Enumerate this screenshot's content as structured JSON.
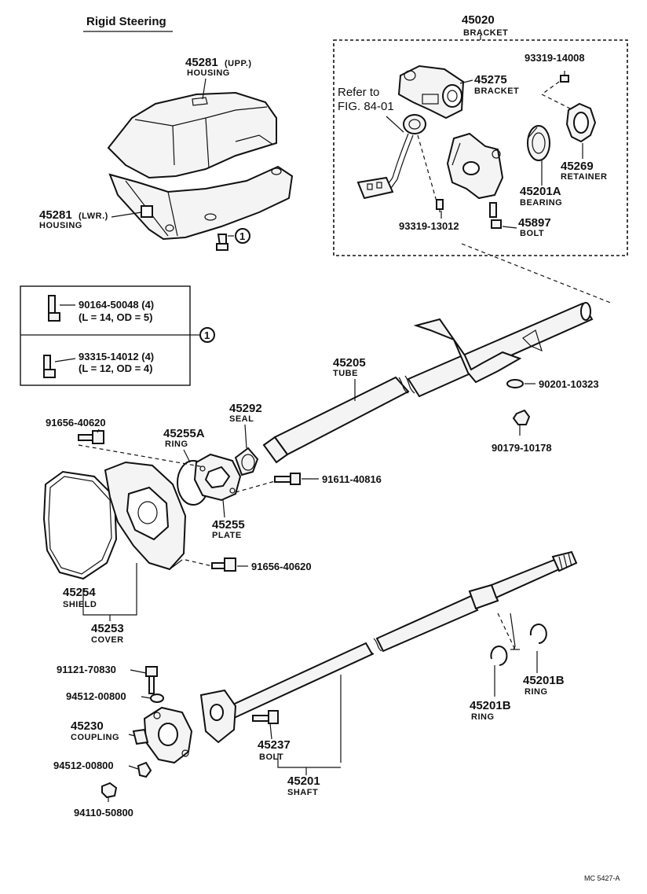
{
  "title": "Rigid Steering",
  "footer_code": "MC 5427-A",
  "refer_note": {
    "line1": "Refer to",
    "line2": "FIG. 84-01"
  },
  "circle_ref": "1",
  "parts": {
    "bracket_assy": {
      "number": "45020",
      "name": "BRACKET"
    },
    "housing_upper": {
      "number": "45281",
      "qualifier": "(UPP.)",
      "name": "HOUSING"
    },
    "housing_lower": {
      "number": "45281",
      "qualifier": "(LWR.)",
      "name": "HOUSING"
    },
    "bracket": {
      "number": "45275",
      "name": "BRACKET"
    },
    "screw_93319_14008": {
      "number": "93319-14008"
    },
    "retainer": {
      "number": "45269",
      "name": "RETAINER"
    },
    "bearing": {
      "number": "45201A",
      "name": "BEARING"
    },
    "screw_93319_13012": {
      "number": "93319-13012"
    },
    "bolt_45897": {
      "number": "45897",
      "name": "BOLT"
    },
    "screw_90164": {
      "number": "90164-50048 (4)",
      "spec": "(L = 14, OD = 5)"
    },
    "screw_93315": {
      "number": "93315-14012 (4)",
      "spec": "(L = 12, OD = 4)"
    },
    "tube": {
      "number": "45205",
      "name": "TUBE"
    },
    "washer_90201": {
      "number": "90201-10323"
    },
    "nut_90179": {
      "number": "90179-10178"
    },
    "seal": {
      "number": "45292",
      "name": "SEAL"
    },
    "ring_45255A": {
      "number": "45255A",
      "name": "RING"
    },
    "bolt_91656_top": {
      "number": "91656-40620"
    },
    "bolt_91611": {
      "number": "91611-40816"
    },
    "plate": {
      "number": "45255",
      "name": "PLATE"
    },
    "bolt_91656_bottom": {
      "number": "91656-40620"
    },
    "shield": {
      "number": "45254",
      "name": "SHIELD"
    },
    "cover": {
      "number": "45253",
      "name": "COVER"
    },
    "bolt_91121": {
      "number": "91121-70830"
    },
    "washer_94512_top": {
      "number": "94512-00800"
    },
    "coupling": {
      "number": "45230",
      "name": "COUPLING"
    },
    "washer_94512_bottom": {
      "number": "94512-00800"
    },
    "nut_94110": {
      "number": "94110-50800"
    },
    "bolt_45237": {
      "number": "45237",
      "name": "BOLT"
    },
    "shaft": {
      "number": "45201",
      "name": "SHAFT"
    },
    "ring_45201B_right": {
      "number": "45201B",
      "name": "RING"
    },
    "ring_45201B_left": {
      "number": "45201B",
      "name": "RING"
    }
  }
}
